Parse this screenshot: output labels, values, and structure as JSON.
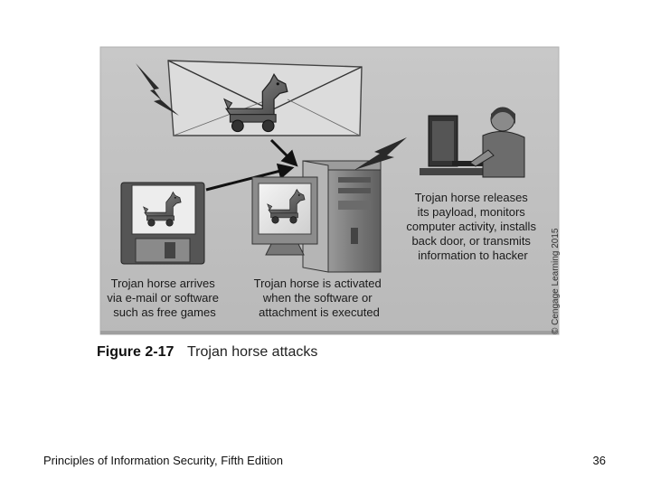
{
  "figure": {
    "number": "Figure 2-17",
    "title": "Trojan horse attacks",
    "copyright": "© Cengage Learning 2015",
    "steps": [
      {
        "lines": [
          "Trojan horse arrives",
          "via e-mail or software",
          "such as free games"
        ]
      },
      {
        "lines": [
          "Trojan horse is activated",
          "when the software or",
          "attachment is executed"
        ]
      },
      {
        "lines": [
          "Trojan horse releases",
          "its payload, monitors",
          "computer activity, installs",
          "back door, or transmits",
          "information to hacker"
        ]
      }
    ],
    "icons": [
      "envelope-icon",
      "floppy-disk-icon",
      "trojan-horse-icon",
      "desktop-computer-icon",
      "hacker-icon",
      "lightning-icon"
    ]
  },
  "footer": {
    "source": "Principles of Information Security, Fifth Edition",
    "page": "36"
  }
}
